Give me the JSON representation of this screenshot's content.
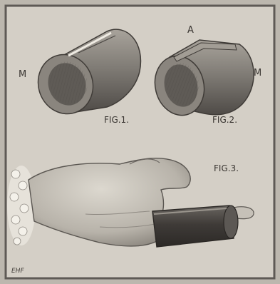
{
  "figures": [
    {
      "caption": "FIG.1.",
      "marks": [
        "M"
      ]
    },
    {
      "caption": "FIG.2.",
      "marks": [
        "A",
        "M"
      ]
    },
    {
      "caption": "FIG.3."
    }
  ],
  "signature": "EHF",
  "colors": {
    "paper": "#d4cfc6",
    "frame": "#5e5a55",
    "tube_dark": "#5b5753",
    "tube_mid": "#8d8881",
    "tube_inner": "#6f6b66",
    "hand": "#c9c4bb",
    "hand_shadow": "#8f8a83"
  }
}
